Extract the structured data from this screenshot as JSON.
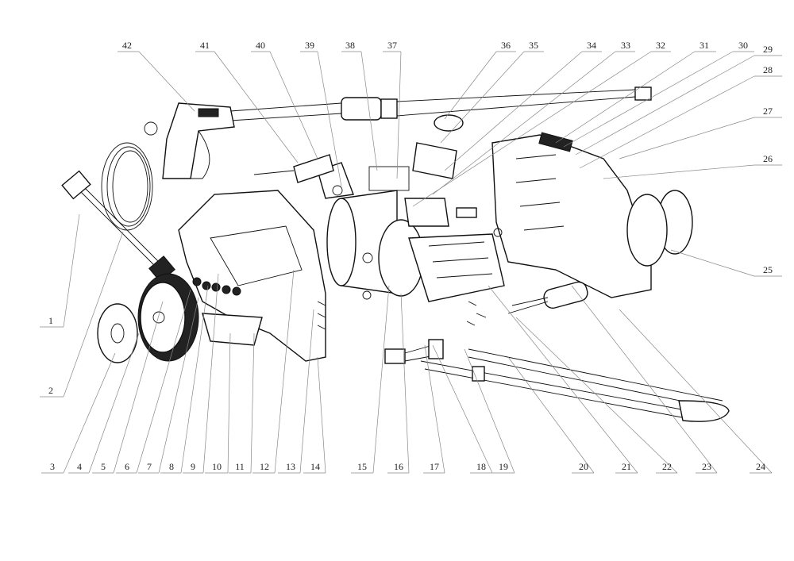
{
  "diagram": {
    "title": "Pressure washer exploded view",
    "callouts": [
      "1",
      "2",
      "3",
      "4",
      "5",
      "6",
      "7",
      "8",
      "9",
      "10",
      "11",
      "12",
      "13",
      "14",
      "15",
      "16",
      "17",
      "18",
      "19",
      "20",
      "21",
      "22",
      "23",
      "24",
      "25",
      "26",
      "27",
      "28",
      "29",
      "30",
      "31",
      "32",
      "33",
      "34",
      "35",
      "36",
      "37",
      "38",
      "39",
      "40",
      "41",
      "42"
    ]
  }
}
